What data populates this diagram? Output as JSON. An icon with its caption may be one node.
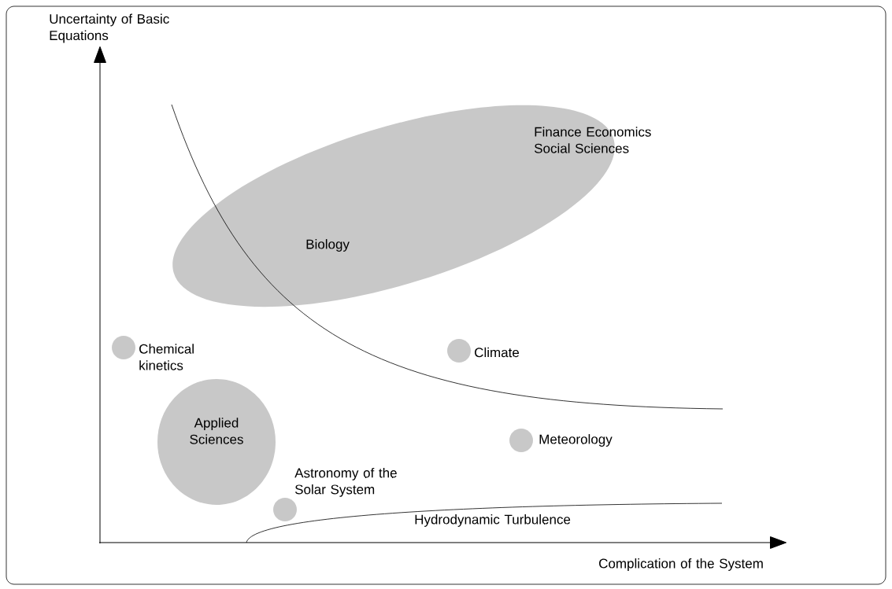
{
  "diagram": {
    "nodes": [
      {
        "text": [
          "Finance Economics Social Sciences",
          "Biology"
        ]
      },
      {
        "text": [],
        "shape": "circle",
        "beside": [
          "Chemical kinetics"
        ]
      },
      {
        "text": [],
        "shape": "circle",
        "beside": [
          "Climate"
        ]
      },
      {
        "text": [
          "Applied Sciences"
        ]
      },
      {
        "text": [],
        "shape": "circle",
        "beside": [
          "Meteorology"
        ]
      },
      {
        "text": [],
        "shape": "circle",
        "beside": [
          "Astronomy of the Solar System"
        ]
      }
    ],
    "labels": [
      "Uncertainty of Basic Equations",
      "Hydrodynamic Turbulence",
      "Complication of the System"
    ]
  }
}
